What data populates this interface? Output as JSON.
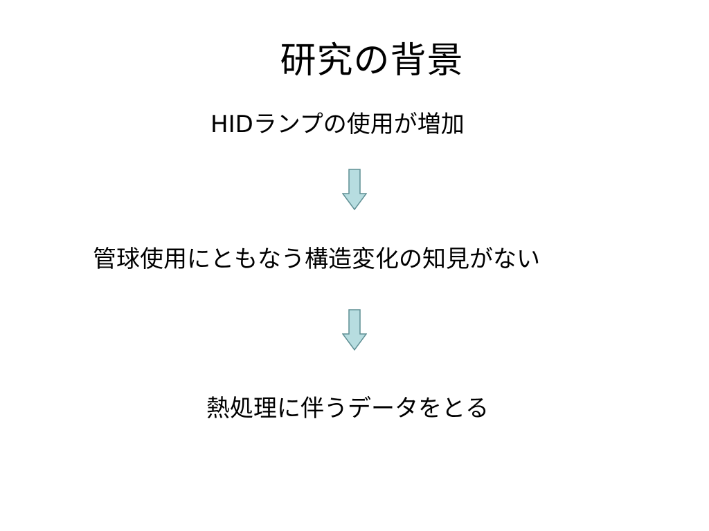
{
  "slide": {
    "title": "研究の背景",
    "steps": [
      {
        "text": "HIDランプの使用が増加"
      },
      {
        "text": "管球使用にともなう構造変化の知見がない"
      },
      {
        "text": "熱処理に伴うデータをとる"
      }
    ],
    "colors": {
      "arrow_fill": "#b7dde0",
      "arrow_stroke": "#5f8f94",
      "text": "#000000",
      "background": "#ffffff"
    },
    "icons": [
      "down-arrow-icon",
      "down-arrow-icon"
    ]
  }
}
